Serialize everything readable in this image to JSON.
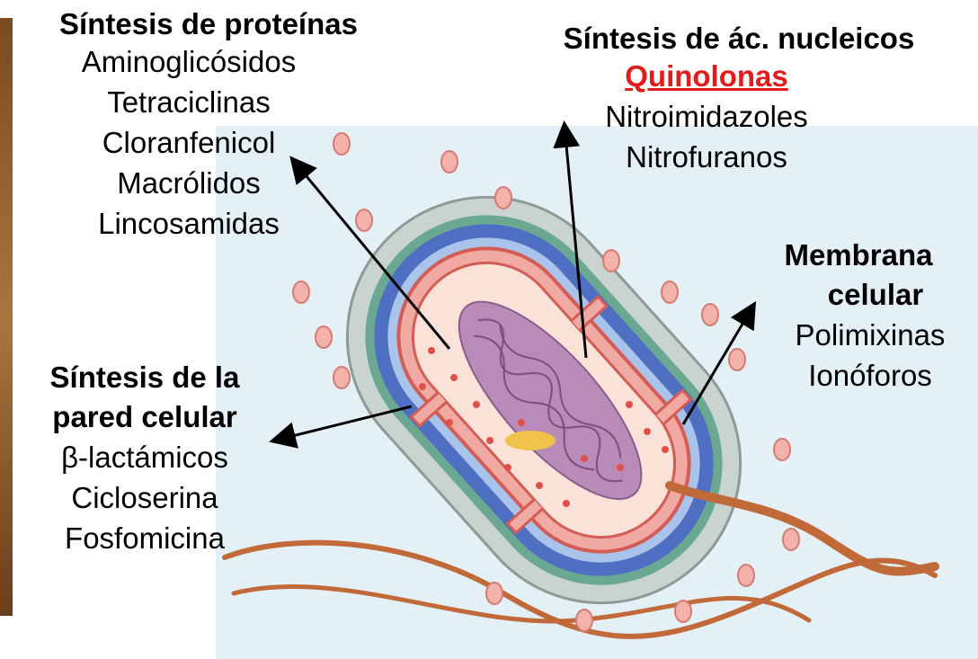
{
  "groups": {
    "proteinas": {
      "title": "Síntesis de proteínas",
      "items": [
        "Aminoglicósidos",
        "Tetraciclinas",
        "Cloranfenicol",
        "Macrólidos",
        "Lincosamidas"
      ]
    },
    "acidos_nucleicos": {
      "title": "Síntesis de ác. nucleicos",
      "highlight": "Quinolonas",
      "items": [
        "Nitroimidazoles",
        "Nitrofuranos"
      ]
    },
    "membrana": {
      "title_line1": "Membrana",
      "title_line2": "celular",
      "items": [
        "Polimixinas",
        "Ionóforos"
      ]
    },
    "pared": {
      "title_line1": "Síntesis de la",
      "title_line2": "pared celular",
      "items": [
        "β-lactámicos",
        "Cicloserina",
        "Fosfomicina"
      ]
    }
  },
  "colors": {
    "highlight": "#e41b1b",
    "background_panel": "#e3f0f6",
    "capsule": "#c9d3cf",
    "outer_membrane": "#4e6fc2",
    "inner_membrane": "#e8827c",
    "cytoplasm": "#fbe2d9",
    "nucleoid": "#b98bb8",
    "flagellum": "#c2693a"
  }
}
